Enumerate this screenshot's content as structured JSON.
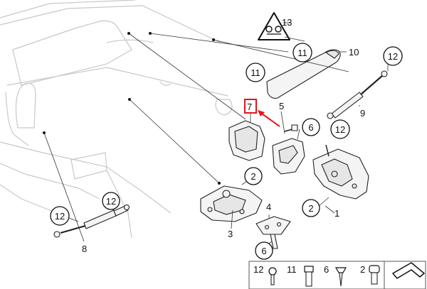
{
  "callouts": {
    "c1": "1",
    "c2a": "2",
    "c2b": "2",
    "c3": "3",
    "c4": "4",
    "c5": "5",
    "c6a": "6",
    "c6b": "6",
    "c7": "7",
    "c8": "8",
    "c9": "9",
    "c10": "10",
    "c11a": "11",
    "c11b": "11",
    "c12a": "12",
    "c12b": "12",
    "c12c": "12",
    "c12d": "12",
    "c13": "13"
  },
  "legend": {
    "l12": "12",
    "l11": "11",
    "l6": "6",
    "l2": "2"
  },
  "colors": {
    "highlight": "#e8141a",
    "ink": "#111111",
    "ghost": "#c8c8c8"
  }
}
